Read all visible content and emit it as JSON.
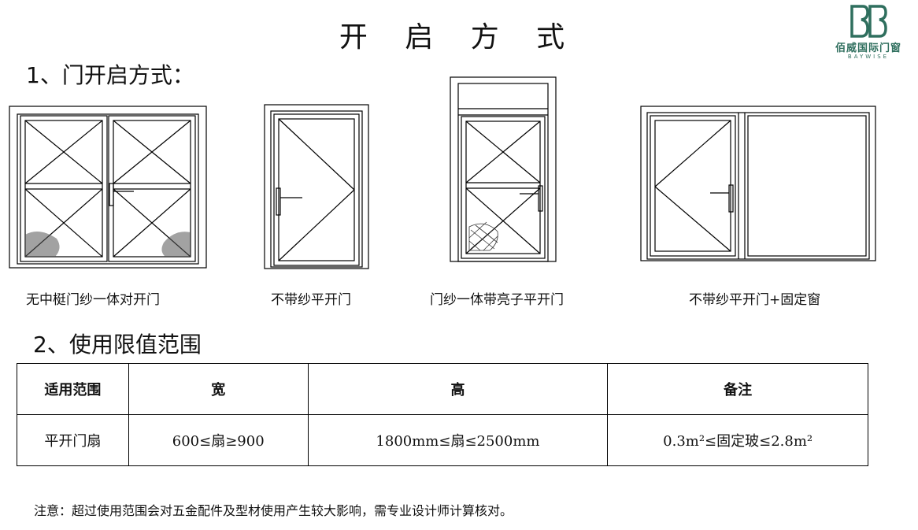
{
  "page_title": "开 启 方 式",
  "logo": {
    "cn": "佰威国际门窗",
    "en": "BAYWISE",
    "color": "#2f6f5e"
  },
  "section1": {
    "heading": "1、门开启方式："
  },
  "doors": [
    {
      "caption": "无中梃门纱一体对开门"
    },
    {
      "caption": "不带纱平开门"
    },
    {
      "caption": "门纱一体带亮子平开门"
    },
    {
      "caption": "不带纱平开门+固定窗"
    }
  ],
  "section2": {
    "heading": "2、使用限值范围"
  },
  "table": {
    "headers": [
      "适用范围",
      "宽",
      "高",
      "备注"
    ],
    "rows": [
      [
        "平开门扇",
        "600≤扇≥900",
        "1800mm≤扇≤2500mm",
        "0.3m²≤固定玻≤2.8m²"
      ]
    ]
  },
  "note": "注意：超过使用范围会对五金配件及型材使用产生较大影响，需专业设计师计算核对。"
}
